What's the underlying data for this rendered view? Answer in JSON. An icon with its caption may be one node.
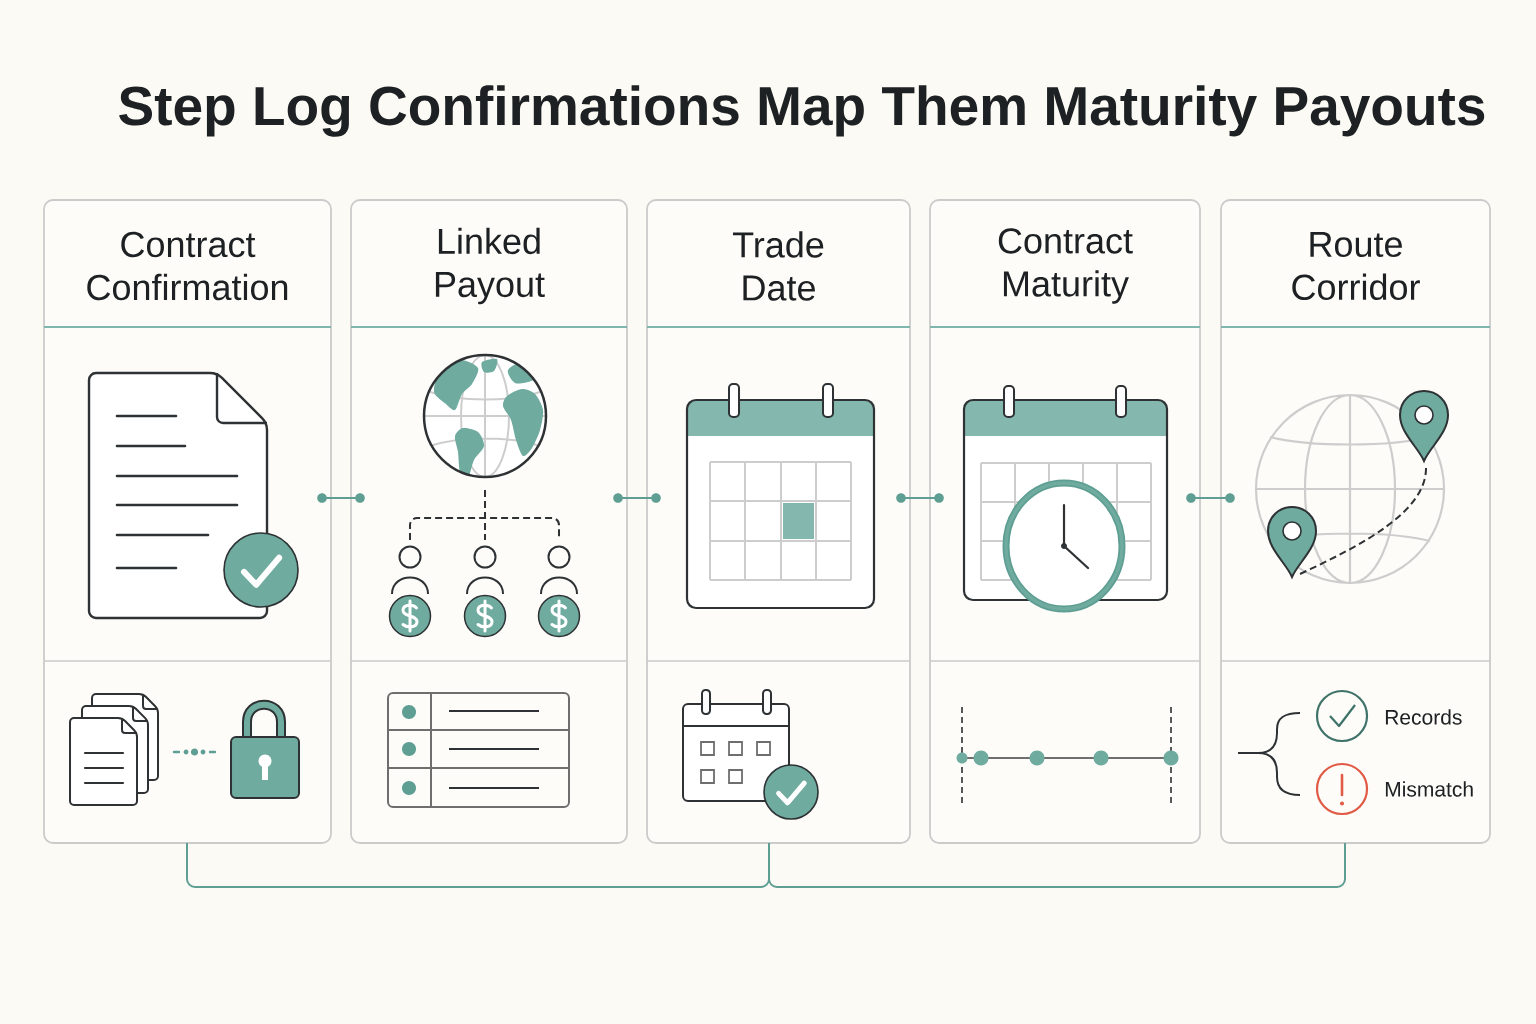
{
  "diagram": {
    "title": "Step Log Confirmations Map Them Maturity Payouts",
    "nodes": [
      {
        "text": [
          "Contract Confirmation"
        ]
      },
      {
        "text": [
          "Linked Payout"
        ]
      },
      {
        "text": [
          "Trade Date"
        ]
      },
      {
        "text": [
          "Contract Maturity"
        ]
      },
      {
        "text": [
          "Route Corridor"
        ]
      }
    ],
    "edges": [
      {
        "from": 0,
        "to": 1,
        "arrow": "none"
      },
      {
        "from": 1,
        "to": 2,
        "arrow": "none"
      },
      {
        "from": 2,
        "to": 3,
        "arrow": "none"
      },
      {
        "from": 3,
        "to": 4,
        "arrow": "none"
      },
      {
        "from": 0,
        "to": 2,
        "arrow": "none"
      },
      {
        "from": 2,
        "to": 4,
        "arrow": "none"
      }
    ],
    "labels": [
      "Records",
      "Mismatch"
    ]
  }
}
